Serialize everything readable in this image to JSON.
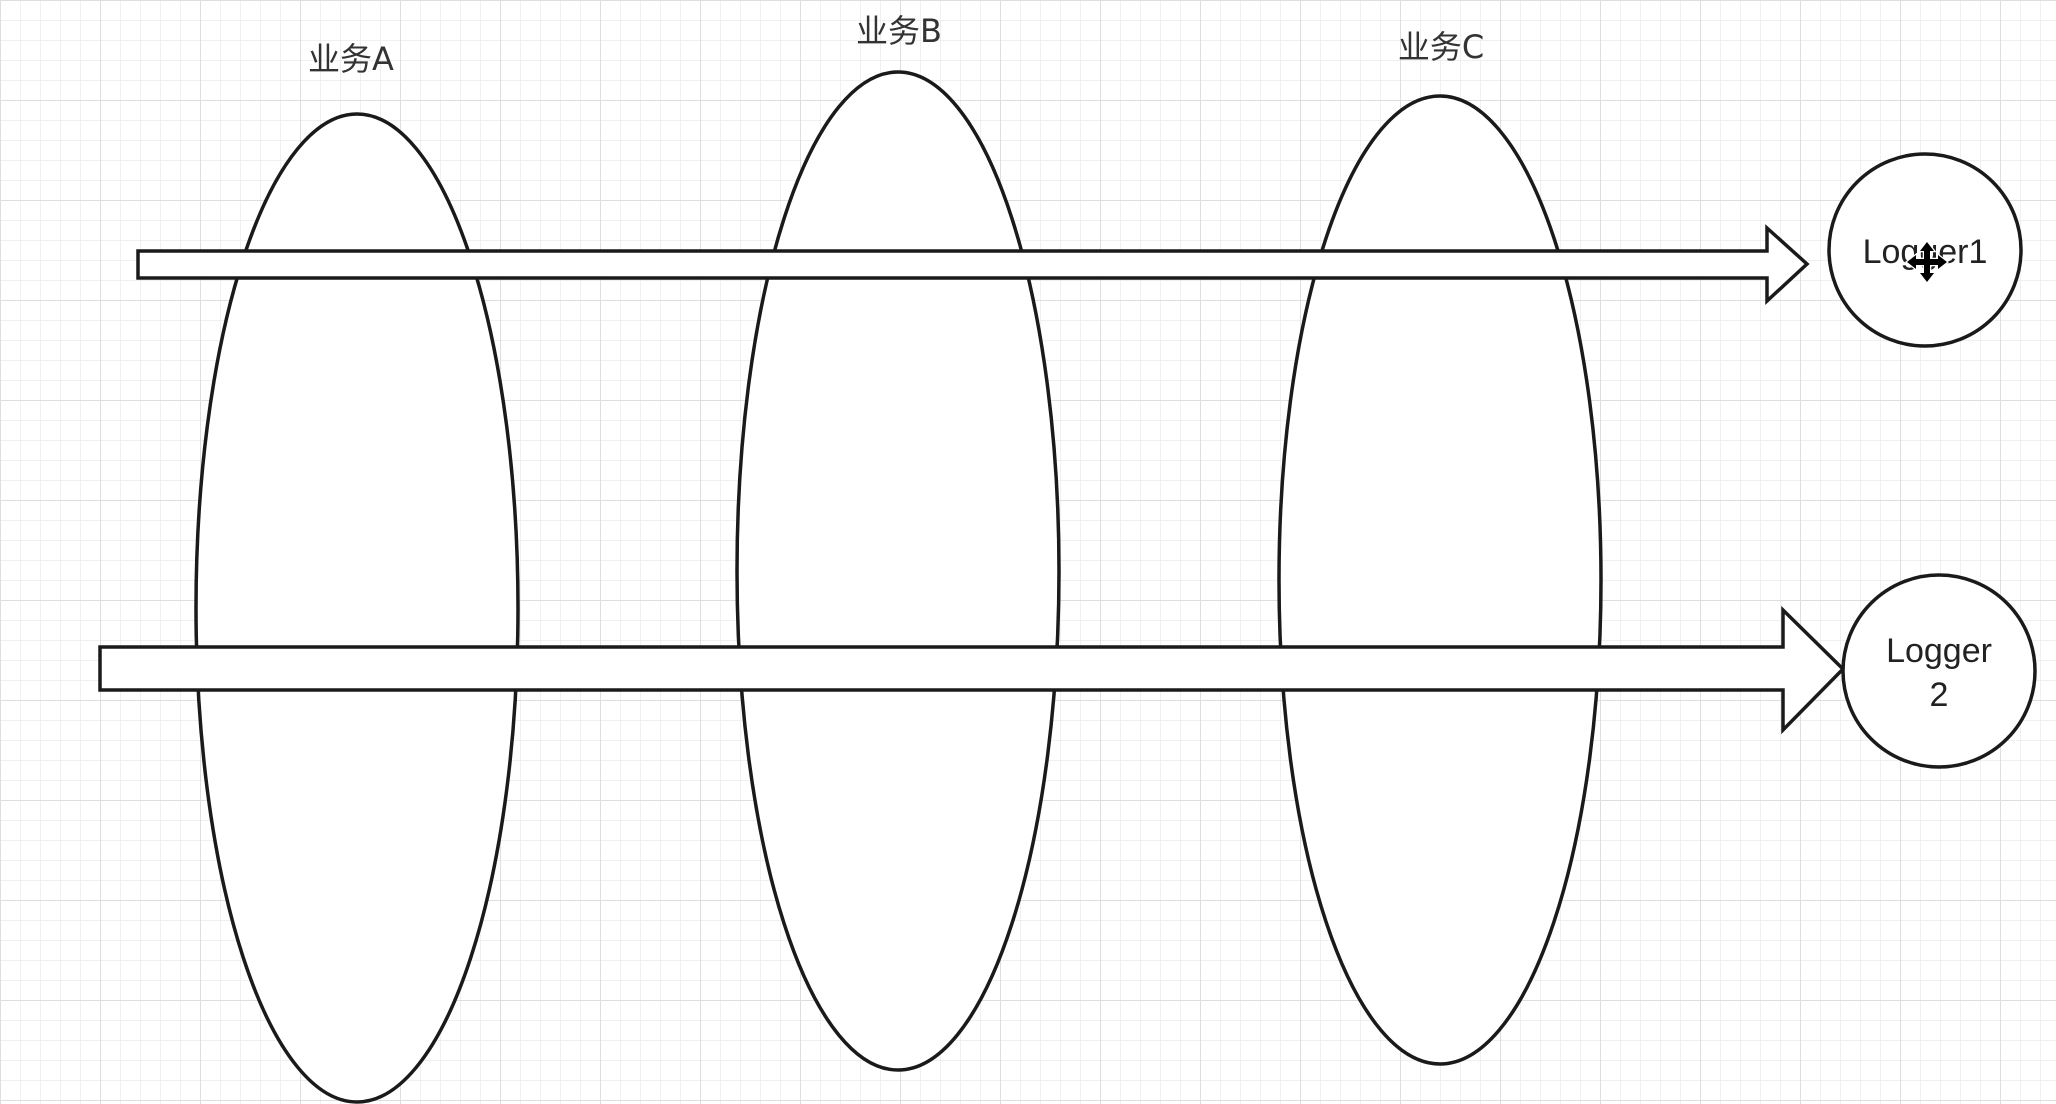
{
  "canvas": {
    "background_color": "#ffffff",
    "grid_color": "#e6e6e6",
    "shape_stroke_color": "#1a1a1a",
    "shape_fill_color": "#ffffff"
  },
  "business": {
    "a_label": "业务A",
    "b_label": "业务B",
    "c_label": "业务C"
  },
  "loggers": {
    "logger1_label": "Logger1",
    "logger2_line1": "Logger",
    "logger2_line2": "2"
  },
  "cursor": {
    "icon": "move-cursor-icon"
  }
}
